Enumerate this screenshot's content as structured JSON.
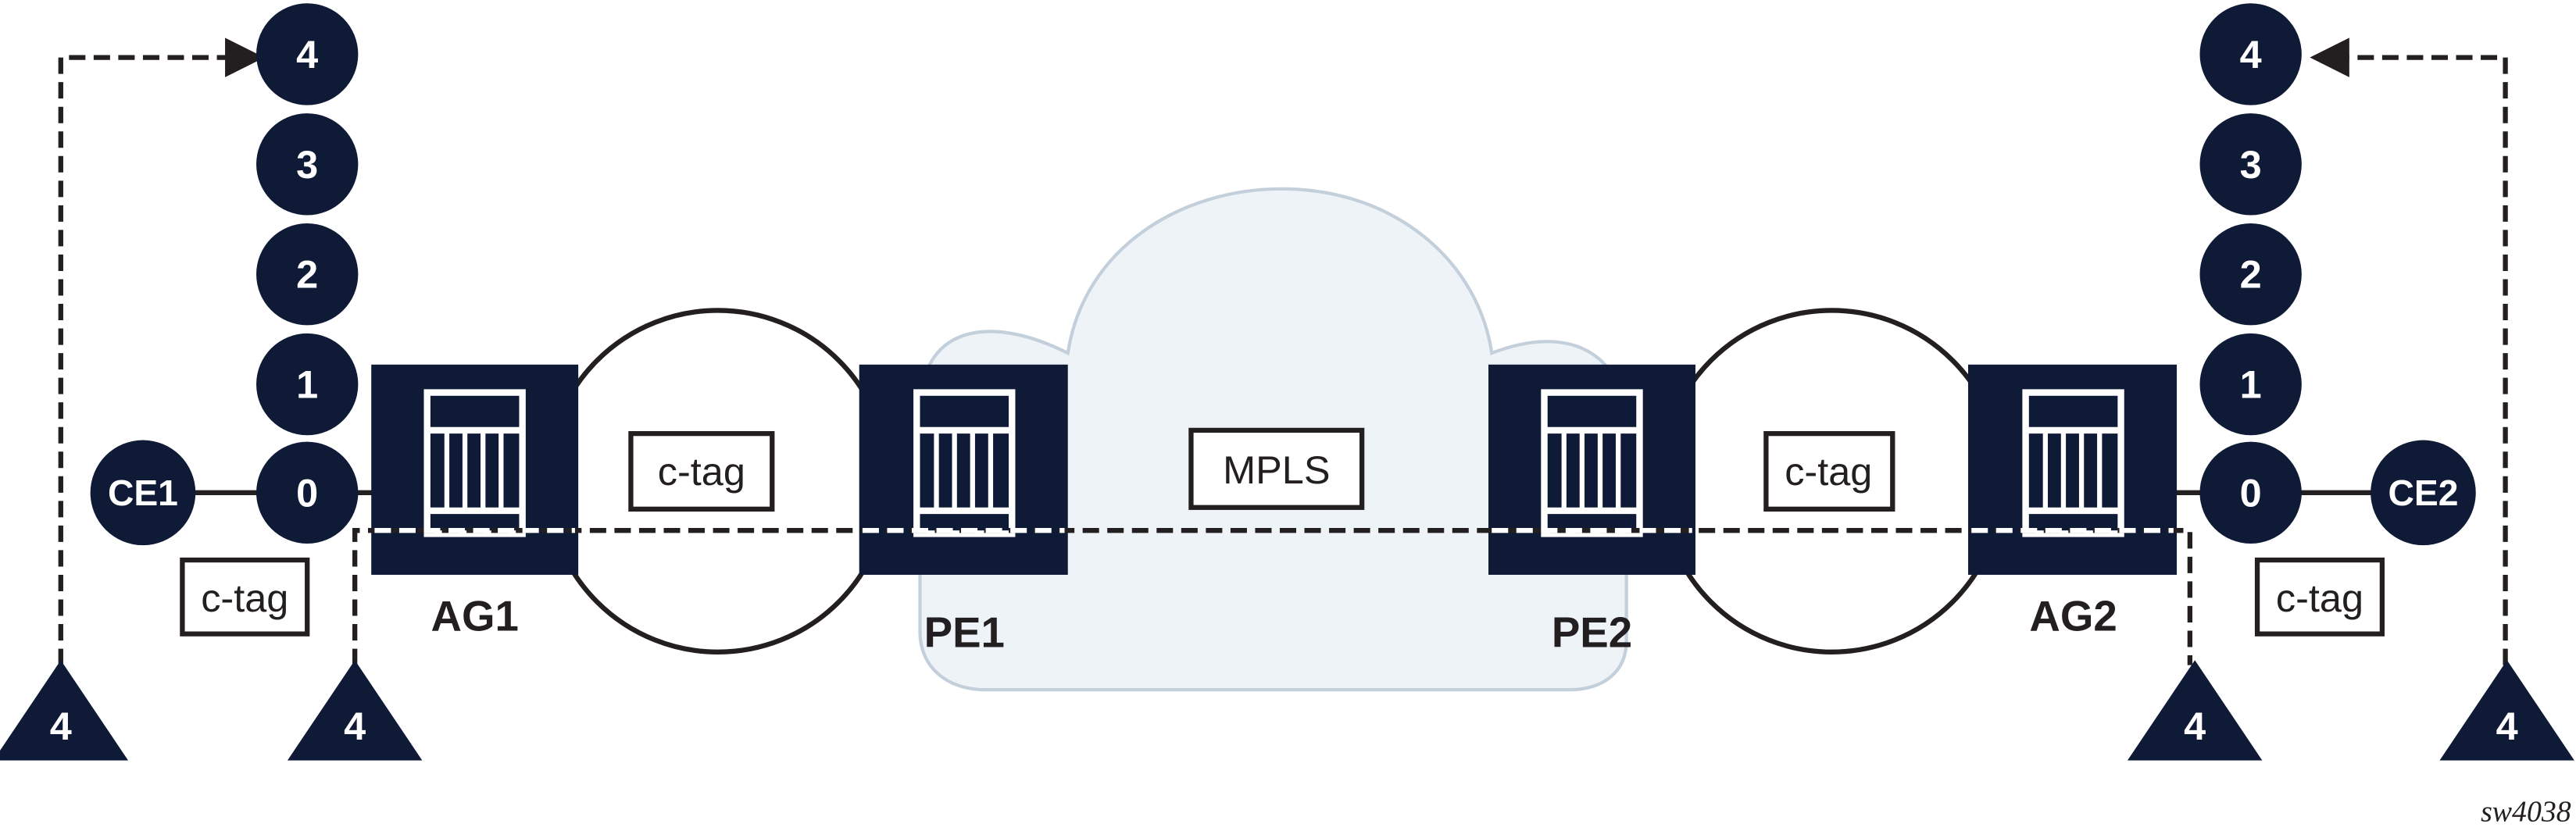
{
  "colors": {
    "node": "#0e1a36",
    "line": "#231f20",
    "cloud_fill": "#eef3f8",
    "cloud_stroke": "#c3cfdb"
  },
  "stack_left": [
    "4",
    "3",
    "2",
    "1",
    "0"
  ],
  "stack_right": [
    "4",
    "3",
    "2",
    "1",
    "0"
  ],
  "ce": {
    "left": "CE1",
    "right": "CE2"
  },
  "devices": {
    "ag1": "AG1",
    "pe1": "PE1",
    "pe2": "PE2",
    "ag2": "AG2"
  },
  "tags": {
    "ring_left": "c-tag",
    "ring_right": "c-tag",
    "ce_left": "c-tag",
    "ce_right": "c-tag",
    "core": "MPLS"
  },
  "triangles": [
    "4",
    "4",
    "4",
    "4"
  ],
  "figure_id": "sw4038"
}
